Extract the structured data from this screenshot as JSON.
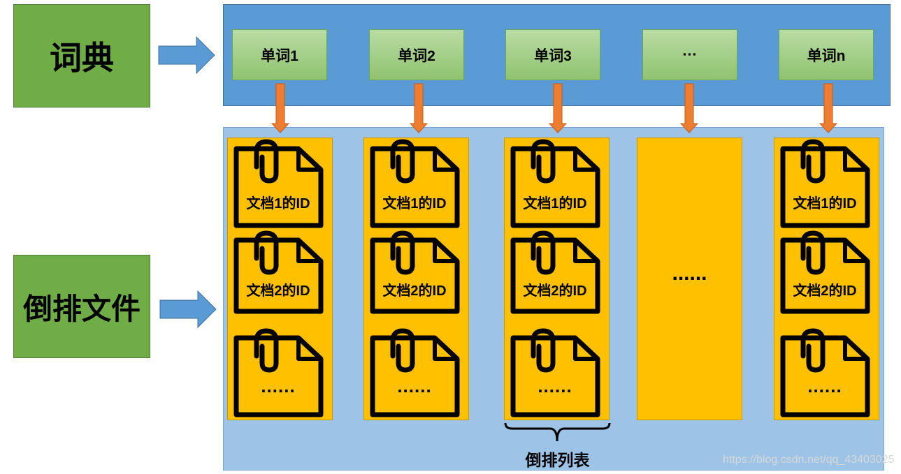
{
  "labels": {
    "dictionary": "词典",
    "inverted_file": "倒排文件"
  },
  "words": [
    "单词1",
    "单词2",
    "单词3",
    "···",
    "单词n"
  ],
  "columns": [
    {
      "docs": [
        "文档1的ID",
        "文档2的ID",
        "......"
      ]
    },
    {
      "docs": [
        "文档1的ID",
        "文档2的ID",
        "......"
      ]
    },
    {
      "docs": [
        "文档1的ID",
        "文档2的ID",
        "......"
      ]
    },
    {
      "placeholder": "......"
    },
    {
      "docs": [
        "文档1的ID",
        "文档2的ID",
        "......"
      ]
    }
  ],
  "brace_label": "倒排列表",
  "watermark": "https://blog.csdn.net/qq_43403025",
  "colors": {
    "green": "#70ad47",
    "blue_panel": "#5b9bd5",
    "light_blue_panel": "#9dc3e6",
    "orange_column": "#ffc000",
    "orange_arrow": "#ed7d31",
    "blue_arrow": "#5b9bd5"
  },
  "icons": [
    "right-arrow-icon",
    "down-arrow-icon",
    "document-clip-icon",
    "brace-icon"
  ]
}
